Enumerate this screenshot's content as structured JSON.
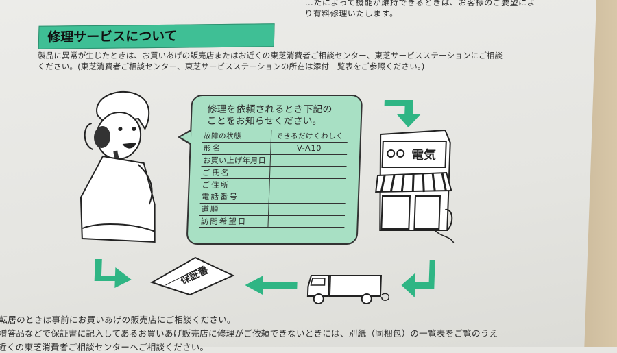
{
  "top_note": {
    "line1": "…たによって機能が維持できるときは、お客様のご要望によ",
    "line2": "り有料修理いたします。"
  },
  "heading": "修理サービスについて",
  "intro": {
    "line1": "製品に異常が生じたときは、お買いあげの販売店またはお近くの東芝消費者ご相談センター、東芝サービスステーションにご相談",
    "line2": "ください。(東芝消費者ご相談センター、東芝サービスステーションの所在は添付一覧表をご参照ください。)"
  },
  "bubble": {
    "title_line1": "修理を依頼されるとき下記の",
    "title_line2": "ことをお知らせください。",
    "header_label": "故障の状態",
    "header_value": "できるだけくわしく",
    "rows": [
      {
        "label": "形名",
        "value": "V-A10"
      },
      {
        "label": "お買い上げ年月日",
        "value": ""
      },
      {
        "label": "ご氏名",
        "value": ""
      },
      {
        "label": "ご住所",
        "value": ""
      },
      {
        "label": "電話番号",
        "value": ""
      },
      {
        "label": "道順",
        "value": ""
      },
      {
        "label": "訪問希望日",
        "value": ""
      }
    ]
  },
  "store_sign": "電気",
  "warranty_doc": "保証書",
  "bottom": {
    "line1": "ご転居のときは事前にお買いあげの販売店にご相談ください。",
    "line2": "ご贈答品などで保証書に記入してあるお買いあげ販売店に修理がご依頼できないときには、別紙（同梱包）の一覧表をご覧のうえ",
    "line3": "お近くの東芝消費者ご相談センターへご相談ください。"
  },
  "colors": {
    "heading_bg": "#3fbf95",
    "bubble_bg": "#a8e0c4",
    "arrow": "#2fb584"
  },
  "icons": [
    "woman-phone-illustration",
    "store-illustration",
    "truck-illustration",
    "warranty-document-illustration",
    "flow-arrow-icon"
  ]
}
